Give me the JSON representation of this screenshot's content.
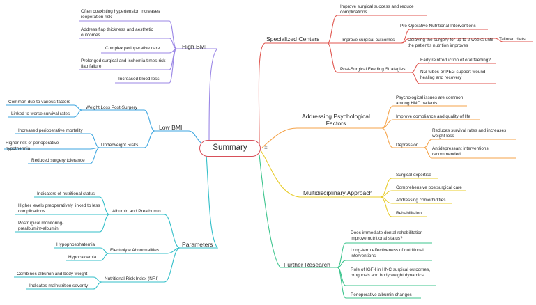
{
  "center": "Summary",
  "center_icon": "≡",
  "colors": {
    "high_bmi": "#9b87e6",
    "low_bmi": "#3ea6e0",
    "parameters": "#33bfc9",
    "specialized": "#e0564f",
    "psych": "#f5a349",
    "multi": "#e8cc2a",
    "research": "#3cc48d"
  },
  "high_bmi": {
    "title": "High BMI",
    "items": [
      "Often coexisting hypertension increases reoperation risk",
      "Address flap thickness and aesthetic outcomes",
      "Complex perioperative care",
      "Prolonged surgical and ischemia times-risk flap failure",
      "Increased blood loss"
    ]
  },
  "low_bmi": {
    "title": "Low BMI",
    "weight_loss": {
      "label": "Weight Loss Post-Surgery",
      "items": [
        "Common due to various factors",
        "Linked to worse survival rates"
      ]
    },
    "underweight": {
      "label": "Underweight Risks",
      "items": [
        "Increased perioperative mortality",
        "Higher risk of perioperative hypothermia",
        "Reduced surgery tolerance"
      ]
    }
  },
  "parameters": {
    "title": "Parameters",
    "albumin": {
      "label": "Albumin and Prealbumin",
      "items": [
        "Indicators of nutritional status",
        "Higher levels preoperatively linked to less complications",
        "Postrugical monitoring-prealbumin>albumin"
      ]
    },
    "electrolyte": {
      "label": "Electrolyte Abnormalities",
      "items": [
        "Hypophosphatemia",
        "Hypocalcemia"
      ]
    },
    "nri": {
      "label": "Nutritional Risk Index (NRI)",
      "items": [
        "Combines albumin and body weight",
        "Indicates malnutrition severity"
      ]
    }
  },
  "specialized": {
    "title": "Specialized Centers",
    "item_top": "Improve surgical success and reduce complications",
    "outcomes": {
      "label": "Improve surgical outcomes",
      "preop": "Pre-Operative Nutritional Interventions",
      "delay": "Delaying the surgery for up to 2 weeks until the patient's nutrition improves",
      "diets": "Tailored diets"
    },
    "feeding": {
      "label": "Post-Surgical Feeding Strategies",
      "items": [
        "Early reintroduction of oral feeding?",
        "NG tubes or PEG support wound healing and recovery"
      ]
    }
  },
  "psych": {
    "title": "Addressing Psychological Factors",
    "items": [
      "Psychological issues are common among HNC patients",
      "Improve compliance and quality of life"
    ],
    "depression": {
      "label": "Depression",
      "items": [
        "Reduces survival rates and increases weight loss",
        "Antidepressant interventions recommended"
      ]
    }
  },
  "multi": {
    "title": "Multidisciplinary Approach",
    "items": [
      "Surgical expertise",
      "Comprehensive postsurgical care",
      "Addressing comorbidities",
      "Rehabilitaion"
    ]
  },
  "research": {
    "title": "Further Research",
    "items": [
      "Does immediate dental rehabilitation improve nutritional status?",
      "Long-term effectiveness of nutritional interventions",
      "Role of IGF-I in HNC surgical outcomes, prognosis and body weight dynamics",
      "Perioperative albumin changes"
    ]
  }
}
